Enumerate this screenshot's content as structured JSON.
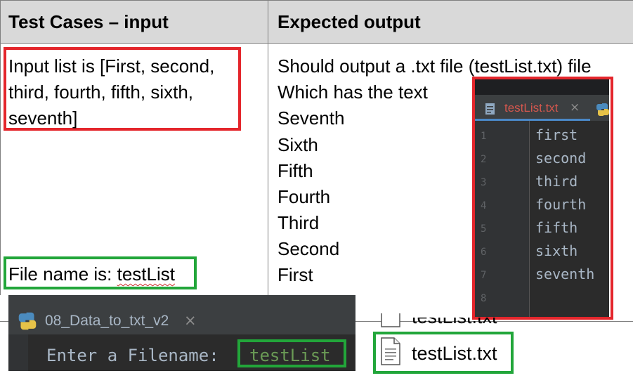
{
  "table": {
    "headers": [
      "Test Cases – input",
      "Expected output"
    ],
    "input_lines": [
      "Input list is [First, second,",
      "third, fourth, fifth, sixth,",
      "seventh]"
    ],
    "file_name_prefix": "File name is: ",
    "file_name_value": "testList",
    "expected_lines": [
      "Should output a .txt file (testList.txt) file",
      "Which has the text",
      "Seventh",
      "Sixth",
      "Fifth",
      "Fourth",
      "Third",
      "Second",
      "First"
    ]
  },
  "editor": {
    "tab_label": "testList.txt",
    "tab_close": "×",
    "line_numbers": [
      "1",
      "2",
      "3",
      "4",
      "5",
      "6",
      "7",
      "8"
    ],
    "lines": [
      "first",
      "second",
      "third",
      "fourth",
      "fifth",
      "sixth",
      "seventh",
      ""
    ]
  },
  "console": {
    "tab_label": "08_Data_to_txt_v2",
    "tab_close": "×",
    "prompt": "Enter a Filename: ",
    "input_value": "testList"
  },
  "file_icon": {
    "partial_name": "testList.txt",
    "name": "testList.txt"
  },
  "colors": {
    "red_highlight": "#e4262c",
    "green_highlight": "#22a63a",
    "header_background": "#d9d9d9",
    "ide_background": "#2b2b2b"
  }
}
